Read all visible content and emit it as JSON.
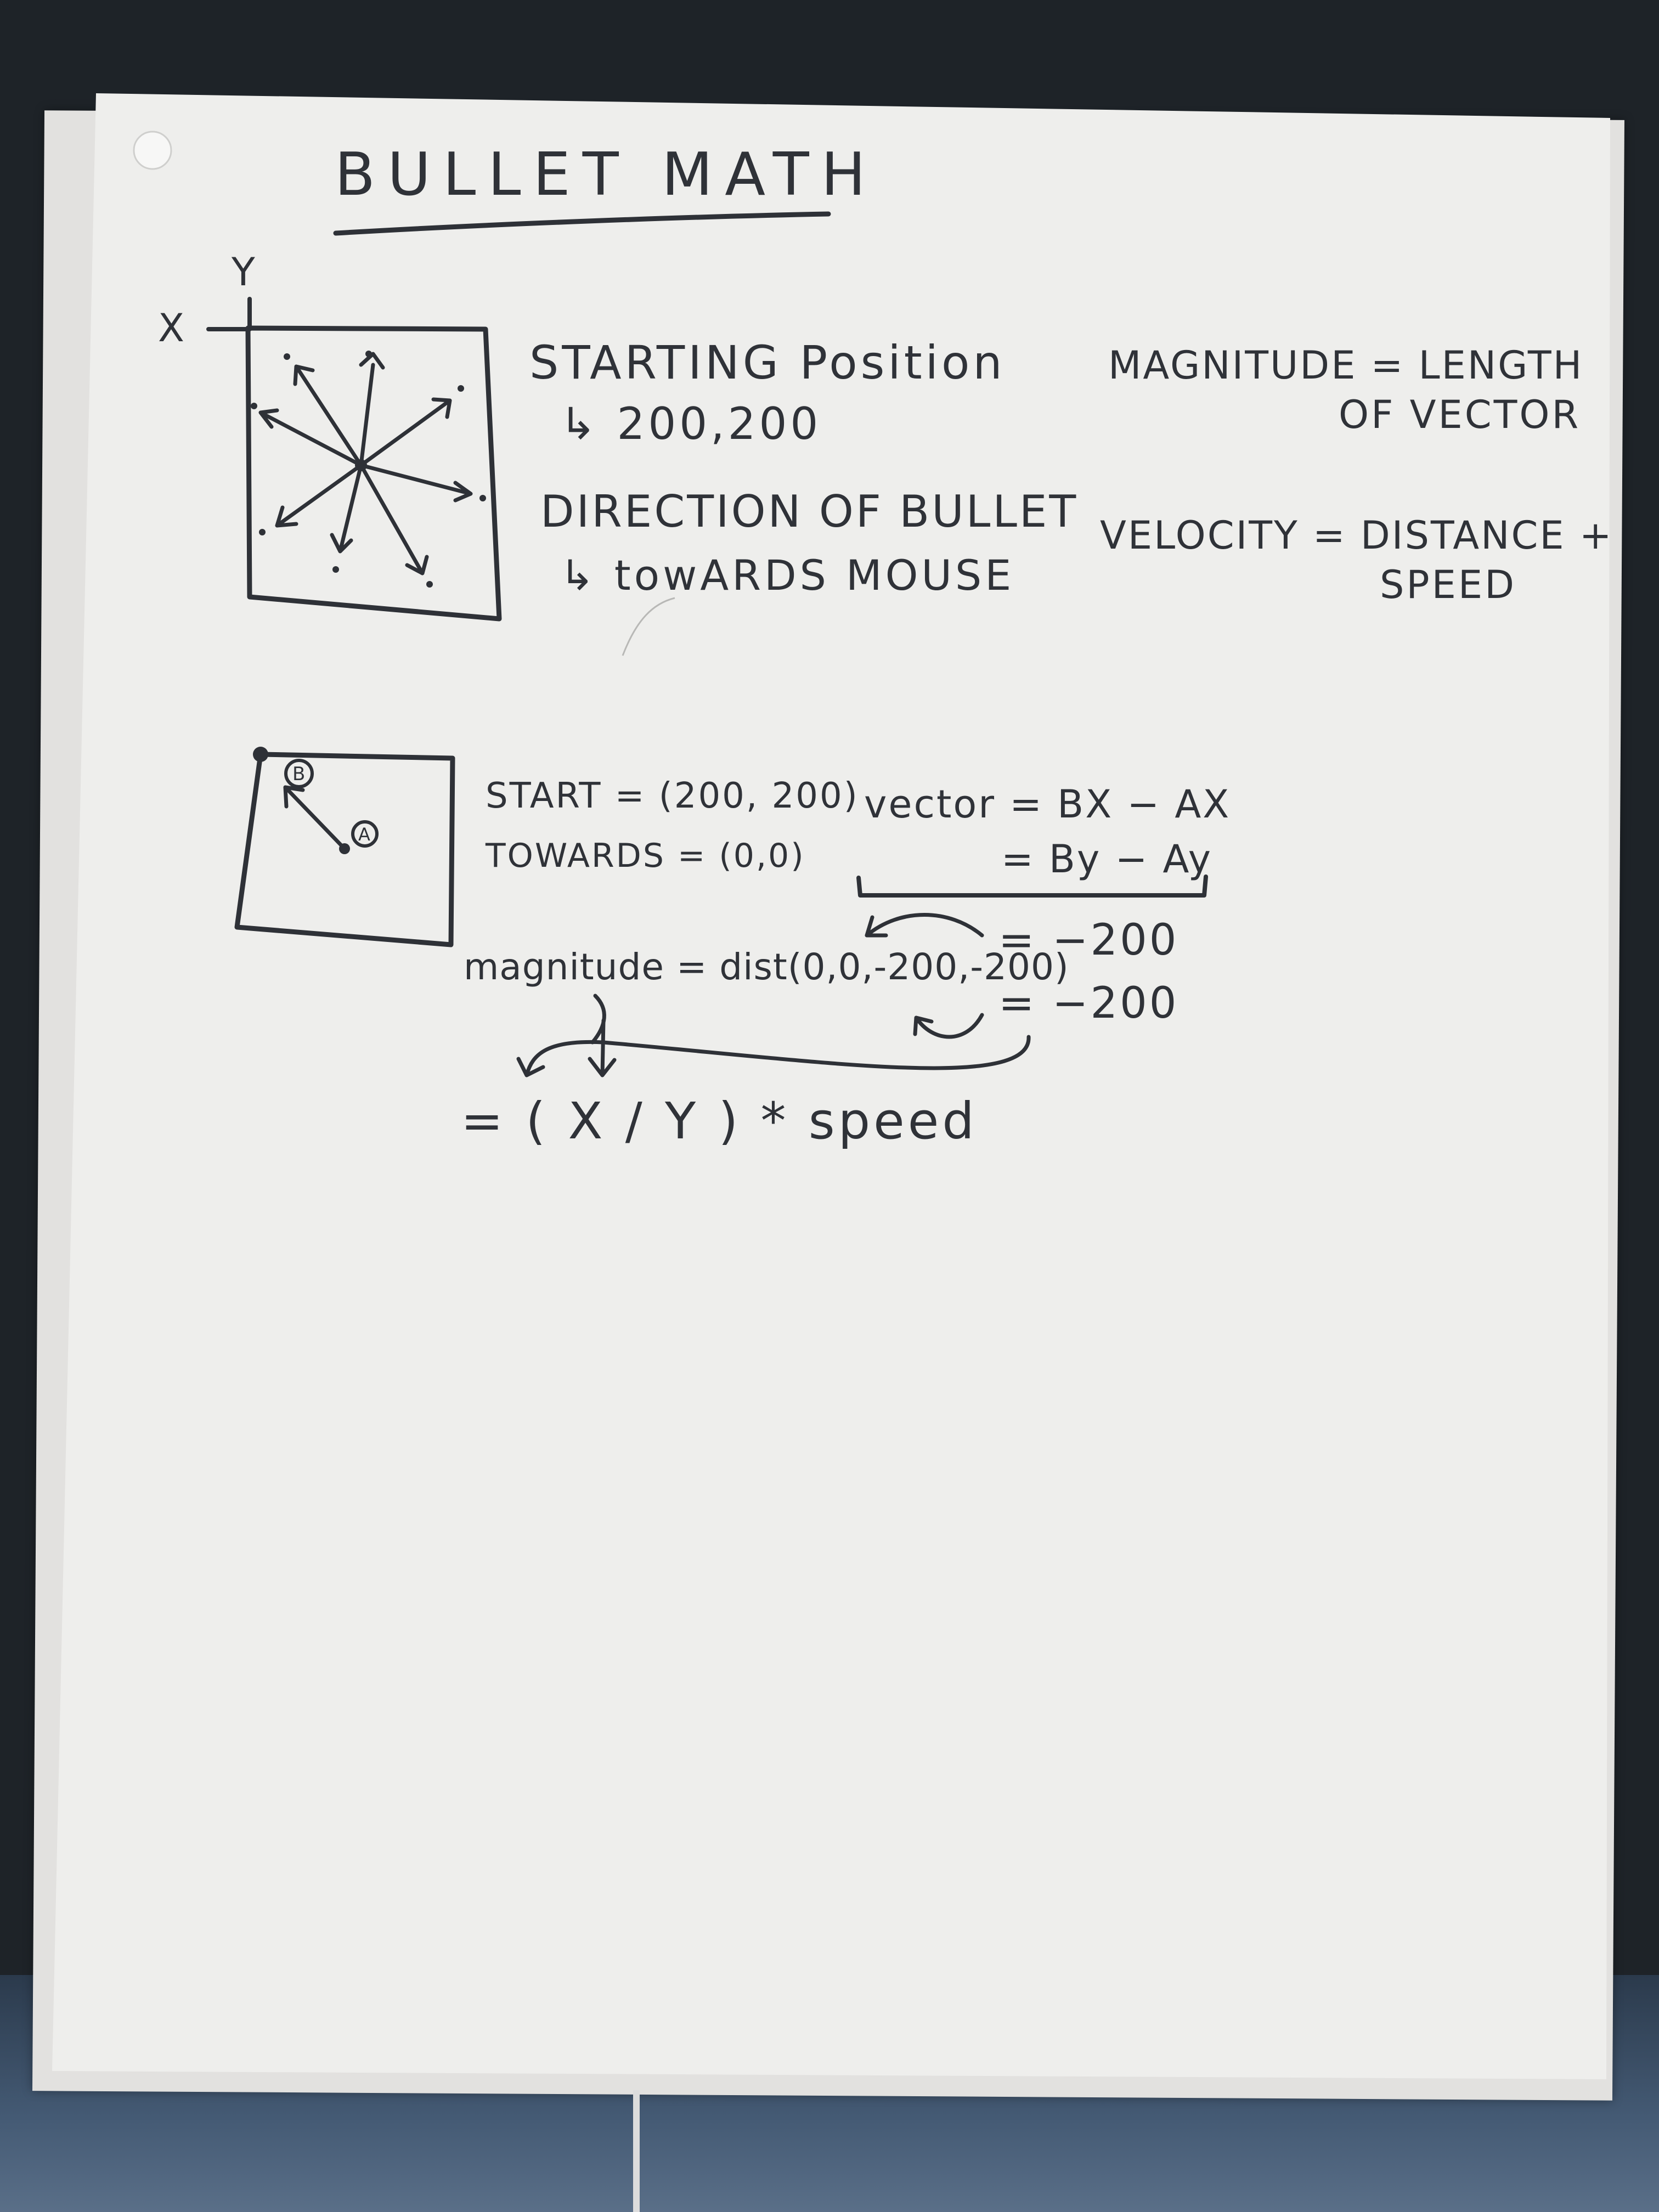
{
  "title": "BULLET MATH",
  "diagram1": {
    "axis_x_label": "X",
    "axis_y_label": "Y"
  },
  "notes": {
    "starting_position": "STARTING Position",
    "starting_value": "↳ 200,200",
    "direction": "DIRECTION OF BULLET",
    "direction_value": "↳ towARDS MOUSE",
    "magnitude_def_line1": "MAGNITUDE = LENGTH",
    "magnitude_def_line2": "OF VECTOR",
    "velocity_def_line1": "VELOCITY = DISTANCE +",
    "velocity_def_line2": "SPEED"
  },
  "diagram2": {
    "point_b_label": "B",
    "point_a_label": "A"
  },
  "math": {
    "start": "START = (200, 200)",
    "towards": "TOWARDS = (0,0)",
    "vector_line1": "vector = BX − AX",
    "vector_line2": "= By − Ay",
    "magnitude": "magnitude = dist(0,0,-200,-200)",
    "result_x": "= −200",
    "result_y": "= −200",
    "formula": "= ( X / Y ) * speed"
  }
}
